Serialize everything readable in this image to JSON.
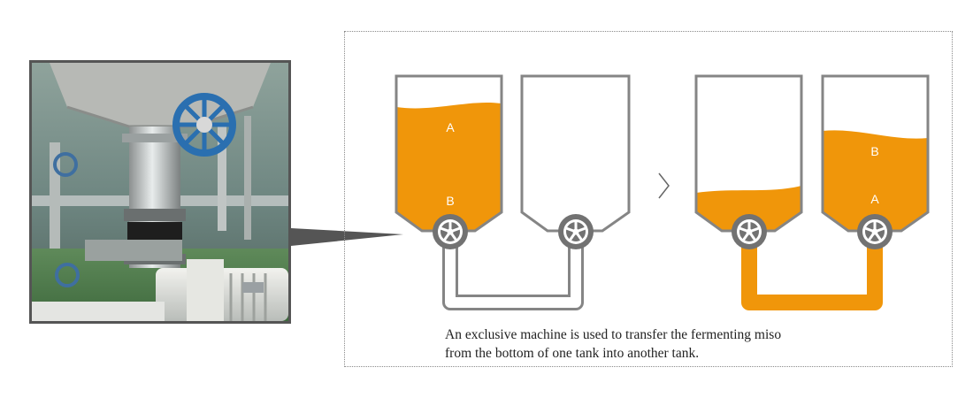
{
  "colors": {
    "miso": "#f0960a",
    "tank_outline": "#858585",
    "pipe_empty": "#ffffff",
    "pump_body": "#727272",
    "photo_border": "#555555"
  },
  "photo": {
    "subject": "miso-transfer-pump-photo"
  },
  "diagram": {
    "before": {
      "left_tank": {
        "top_label": "A",
        "bottom_label": "B",
        "fill_level": 0.75
      },
      "right_tank": {
        "fill_level": 0
      },
      "pipe_filled": false
    },
    "arrow_icon": "chevron-right-icon",
    "after": {
      "left_tank": {
        "fill_level": 0.22
      },
      "right_tank": {
        "top_label": "B",
        "bottom_label": "A",
        "fill_level": 0.62
      },
      "pipe_filled": true
    }
  },
  "caption": {
    "line1": "An exclusive machine is used to transfer the fermenting miso",
    "line2": "from the bottom of one tank into another tank."
  }
}
